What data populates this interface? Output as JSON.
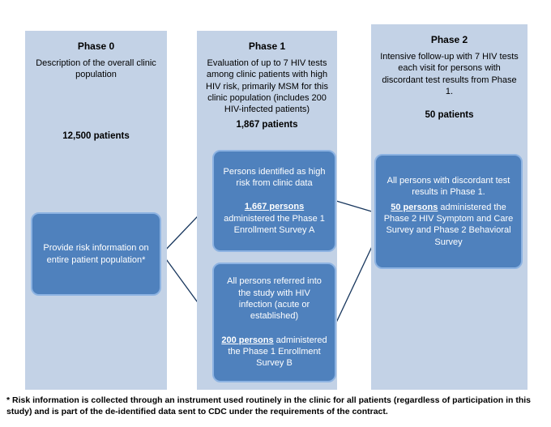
{
  "phase0": {
    "title": "Phase 0",
    "description": "Description of the overall clinic population",
    "count": "12,500 patients",
    "box": {
      "text": "Provide risk information on entire patient population*"
    }
  },
  "phase1": {
    "title": "Phase 1",
    "description": "Evaluation of up to 7 HIV tests among clinic patients with high HIV risk, primarily MSM for this clinic population (includes 200 HIV-infected patients)",
    "count": "1,867 patients",
    "box_top": {
      "intro": "Persons identified as high risk from clinic data",
      "emphasis": "1,667 persons",
      "rest": " administered the Phase 1 Enrollment Survey A"
    },
    "box_bottom": {
      "intro": "All persons  referred into the study  with HIV infection (acute or established)",
      "emphasis": "200 persons",
      "rest": " administered the Phase 1 Enrollment Survey B"
    }
  },
  "phase2": {
    "title": "Phase 2",
    "description": "Intensive follow-up with 7 HIV tests each visit for persons with discordant test results from Phase 1.",
    "count": "50 patients",
    "box": {
      "intro": "All persons with discordant test results in Phase 1.",
      "emphasis": "50 persons",
      "rest": " administered the Phase 2 HIV Symptom and Care Survey and Phase 2 Behavioral Survey"
    }
  },
  "footnote": "* Risk information is collected through an instrument used routinely in the clinic for all patients (regardless of participation in this study) and is part of the de-identified data sent to CDC under the requirements of the contract.",
  "colors": {
    "column_bg": "#c3d2e6",
    "box_fill": "#4f81bd",
    "box_border": "#8db3e2",
    "line": "#17365d"
  }
}
